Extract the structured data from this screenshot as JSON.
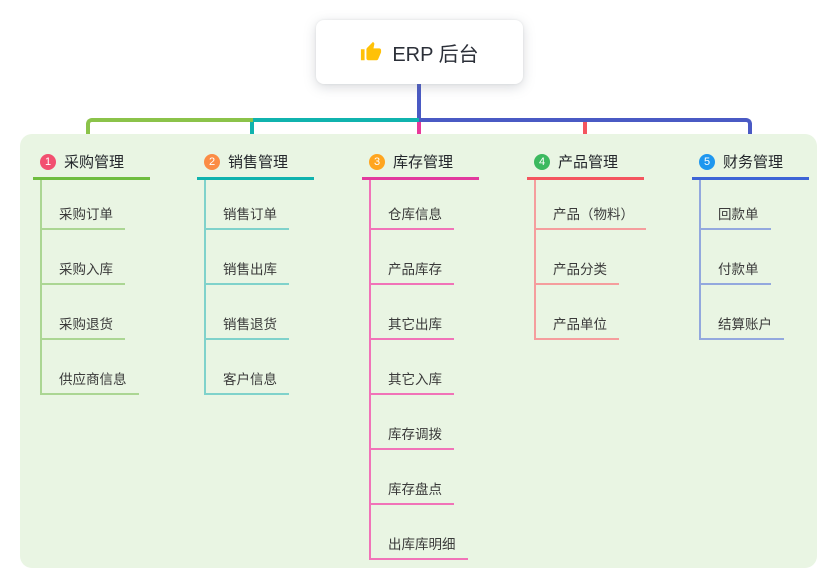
{
  "root": {
    "icon": "thumbs-up-icon",
    "label": "ERP 后台"
  },
  "connector": {
    "stem_color": "#4a5ac4"
  },
  "panel_color": "#e9f5e3",
  "branches": [
    {
      "index": "1",
      "title": "采购管理",
      "colors": {
        "badge": "#f25070",
        "line": "#6fbd3f",
        "child_line": "#abd693",
        "connector": "#8bc34a"
      },
      "children": [
        "采购订单",
        "采购入库",
        "采购退货",
        "供应商信息"
      ]
    },
    {
      "index": "2",
      "title": "销售管理",
      "colors": {
        "badge": "#fb8c45",
        "line": "#10b3ae",
        "child_line": "#7fd2cb",
        "connector": "#10b3ae"
      },
      "children": [
        "销售订单",
        "销售出库",
        "销售退货",
        "客户信息"
      ]
    },
    {
      "index": "3",
      "title": "库存管理",
      "colors": {
        "badge": "#ffa51f",
        "line": "#e23a9e",
        "child_line": "#f173b8",
        "connector": "#e8399b"
      },
      "children": [
        "仓库信息",
        "产品库存",
        "其它出库",
        "其它入库",
        "库存调拨",
        "库存盘点",
        "出库库明细"
      ]
    },
    {
      "index": "4",
      "title": "产品管理",
      "colors": {
        "badge": "#3cb95f",
        "line": "#f4555f",
        "child_line": "#f59d9d",
        "connector": "#f4555f"
      },
      "children": [
        "产品（物料）",
        "产品分类",
        "产品单位"
      ]
    },
    {
      "index": "5",
      "title": "财务管理",
      "colors": {
        "badge": "#1f97ef",
        "line": "#3e64d6",
        "child_line": "#93a8de",
        "connector": "#4a5ac4"
      },
      "children": [
        "回款单",
        "付款单",
        "结算账户"
      ]
    }
  ]
}
